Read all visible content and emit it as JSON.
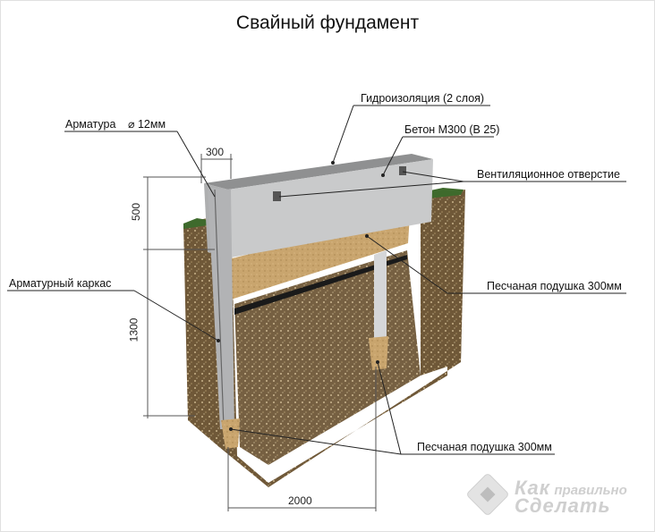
{
  "title": "Свайный фундамент",
  "labels": {
    "rebar": "Арматура",
    "rebar_diameter": "12мм",
    "waterproofing": "Гидроизоляция (2 слоя)",
    "concrete": "Бетон М300 (В 25)",
    "vent_hole": "Вентиляционное отверстие",
    "rebar_cage": "Арматурный каркас",
    "sand_cushion_top": "Песчаная подушка 300мм",
    "sand_cushion_bottom": "Песчаная подушка 300мм"
  },
  "dimensions": {
    "beam_width": "300",
    "beam_height": "500",
    "pile_depth": "1300",
    "pile_spacing": "2000"
  },
  "watermark": {
    "line1": "Как",
    "line1_suffix": "правильно",
    "line2": "Сделать"
  },
  "colors": {
    "concrete": "#c9cacb",
    "concrete_top": "#8f9091",
    "soil": "#7a6240",
    "sand": "#c9a56e",
    "grass": "#3e6a2c",
    "leader": "#222222"
  }
}
